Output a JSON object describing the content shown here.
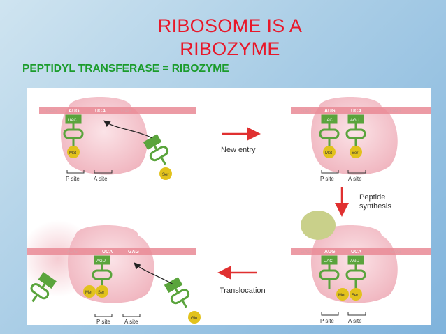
{
  "slide": {
    "title_line1": "RIBOSOME IS A",
    "title_line2": "RIBOZYME",
    "subtitle": "PEPTIDYL TRANSFERASE = RIBOZYME"
  },
  "diagram": {
    "codons": {
      "c1": "AUG",
      "c2": "UCA",
      "c3": "GAG"
    },
    "anticodons": {
      "a1": "UAC",
      "a2": "AGU"
    },
    "amino_acids": {
      "met": "Met",
      "ser": "Ser",
      "glu": "Glu"
    },
    "sites": {
      "p": "P site",
      "a": "A site"
    },
    "steps": {
      "new_entry": "New entry",
      "peptide_synthesis_1": "Peptide",
      "peptide_synthesis_2": "synthesis",
      "translocation": "Translocation"
    }
  },
  "colors": {
    "title": "#e8182a",
    "subtitle": "#1b9c2c",
    "ribosome": "#f4c3cb",
    "mrna": "#e98a95",
    "trna": "#5aa43c",
    "amino_acid": "#e2c21c",
    "arrow": "#e03030",
    "decor_circle": "#c9d08a"
  }
}
